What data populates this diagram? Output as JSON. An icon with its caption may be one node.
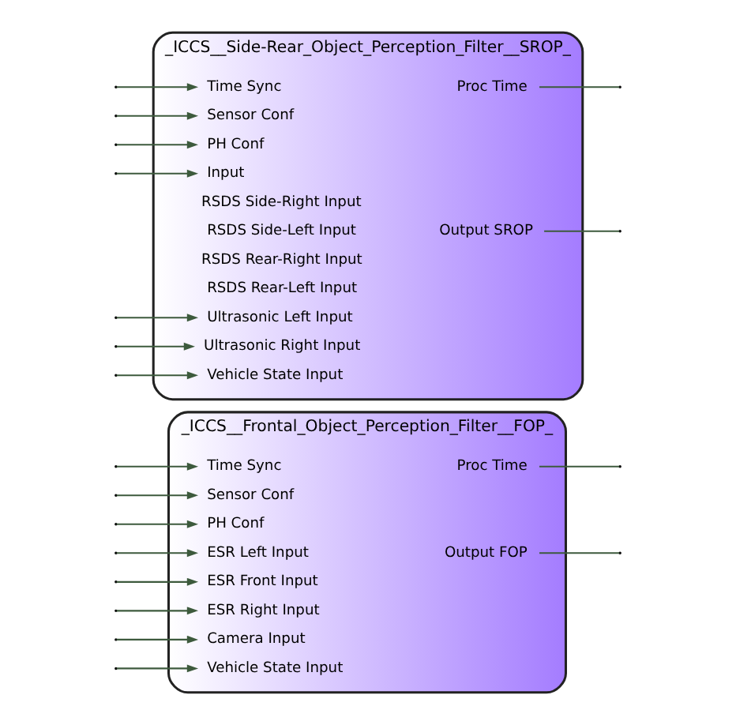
{
  "diagram": {
    "nodes": [
      {
        "text": [
          "_ICCS__Frontal_Object_Perception_Filter__FOP_"
        ]
      },
      {
        "text": [
          "Time Sync"
        ],
        "in": 0
      },
      {
        "text": [
          "Sensor Conf"
        ],
        "in": 0
      },
      {
        "text": [
          "PH Conf"
        ],
        "in": 0
      },
      {
        "text": [
          "ESR Left Input"
        ],
        "in": 0
      },
      {
        "text": [
          "ESR Front Input"
        ],
        "in": 0
      },
      {
        "text": [
          "ESR Right Input"
        ],
        "in": 0
      },
      {
        "text": [
          "Camera Input"
        ],
        "in": 0
      },
      {
        "text": [
          "Vehicle State Input"
        ],
        "in": 0
      },
      {
        "text": [
          "Proc Time"
        ],
        "in": 0
      },
      {
        "text": [
          "Output FOP"
        ],
        "in": 0
      },
      {
        "text": [
          "_ICCS__Side-Rear_Object_Perception_Filter__SROP_"
        ]
      },
      {
        "text": [
          "Time Sync"
        ],
        "in": 11
      },
      {
        "text": [
          "Sensor Conf"
        ],
        "in": 11
      },
      {
        "text": [
          "PH Conf"
        ],
        "in": 11
      },
      {
        "text": [
          "Input"
        ],
        "in": 11
      },
      {
        "text": [
          "RSDS Side-Right Input"
        ],
        "in": 11
      },
      {
        "text": [
          "RSDS Side-Left Input"
        ],
        "in": 11
      },
      {
        "text": [
          "RSDS Rear-Right Input"
        ],
        "in": 11
      },
      {
        "text": [
          "RSDS Rear-Left Input"
        ],
        "in": 11
      },
      {
        "text": [
          "Ultrasonic Left Input"
        ],
        "in": 11
      },
      {
        "text": [
          "Ultrasonic Right Input"
        ],
        "in": 11
      },
      {
        "text": [
          "Vehicle State Input"
        ],
        "in": 11
      },
      {
        "text": [
          "Proc Time"
        ],
        "in": 11
      },
      {
        "text": [
          "Output SROP"
        ],
        "in": 11
      }
    ],
    "edges": [
      {
        "from": null,
        "to": 1,
        "arrow": "to"
      },
      {
        "from": null,
        "to": 2,
        "arrow": "to"
      },
      {
        "from": null,
        "to": 3,
        "arrow": "to"
      },
      {
        "from": null,
        "to": 4,
        "arrow": "to"
      },
      {
        "from": null,
        "to": 5,
        "arrow": "to"
      },
      {
        "from": null,
        "to": 6,
        "arrow": "to"
      },
      {
        "from": null,
        "to": 7,
        "arrow": "to"
      },
      {
        "from": null,
        "to": 8,
        "arrow": "to"
      },
      {
        "from": 9,
        "to": null,
        "arrow": "none"
      },
      {
        "from": 10,
        "to": null,
        "arrow": "none"
      },
      {
        "from": null,
        "to": 12,
        "arrow": "to"
      },
      {
        "from": null,
        "to": 13,
        "arrow": "to"
      },
      {
        "from": null,
        "to": 14,
        "arrow": "to"
      },
      {
        "from": null,
        "to": 15,
        "arrow": "to"
      },
      {
        "from": null,
        "to": 20,
        "arrow": "to"
      },
      {
        "from": null,
        "to": 21,
        "arrow": "to"
      },
      {
        "from": null,
        "to": 22,
        "arrow": "to"
      },
      {
        "from": 23,
        "to": null,
        "arrow": "none"
      },
      {
        "from": 24,
        "to": null,
        "arrow": "none"
      }
    ]
  }
}
